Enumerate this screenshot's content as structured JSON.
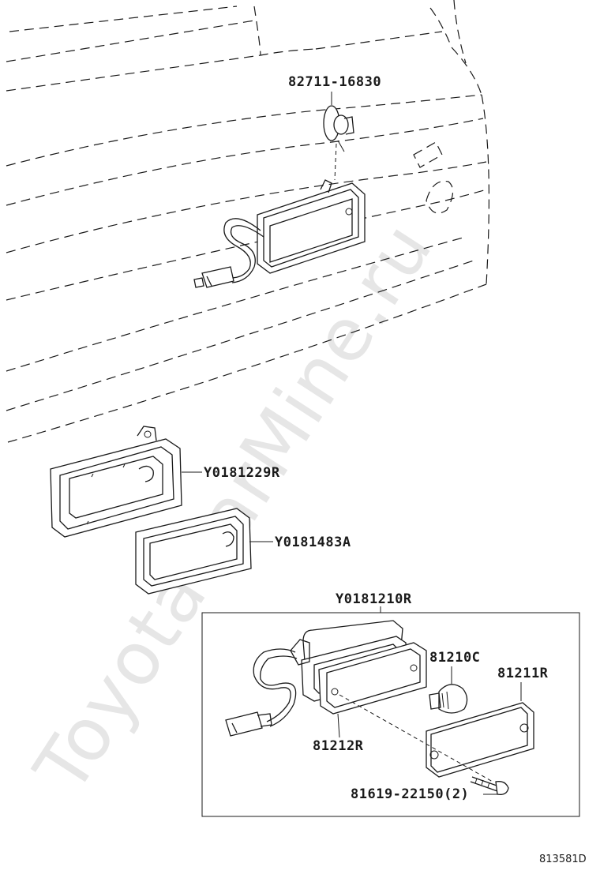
{
  "watermark": "ToyotaCarMine.ru",
  "figure_code": "813581D",
  "callouts": {
    "grommet": "82711-16830",
    "housing_bracket": "Y0181229R",
    "housing_gasket": "Y0181483A",
    "lamp_assembly": "Y0181210R",
    "bulb": "81210C",
    "lens": "81211R",
    "lens_gasket": "81212R",
    "screw": "81619-22150(2)"
  }
}
